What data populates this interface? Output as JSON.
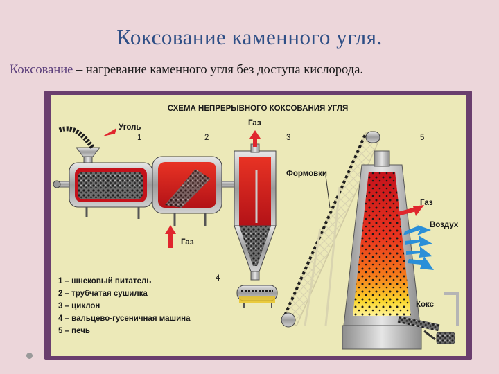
{
  "slide": {
    "title": "Коксование каменного угля.",
    "subtitle_term": "Коксование",
    "subtitle_rest": " – нагревание каменного угля без доступа кислорода."
  },
  "diagram": {
    "title": "СХЕМА НЕПРЕРЫВНОГО КОКСОВАНИЯ УГЛЯ",
    "labels": {
      "coal": "Уголь",
      "gas_top": "Газ",
      "gas_bottom": "Газ",
      "gas_right": "Газ",
      "formovki": "Формовки",
      "air": "Воздух",
      "coke": "Кокс"
    },
    "numbers": [
      "1",
      "2",
      "3",
      "4",
      "5"
    ],
    "legend": [
      "1 – шнековый питатель",
      "2 – трубчатая сушилка",
      "3 – циклон",
      "4 – вальцево-гусеничная машина",
      "5 – печь"
    ]
  },
  "colors": {
    "title": "#2f4f86",
    "frame": "#6a3e6e",
    "panel": "#ece9b8",
    "arrow_red": "#e0262d",
    "arrow_blue": "#2a8fd8",
    "metal": "#9a9a9a"
  }
}
